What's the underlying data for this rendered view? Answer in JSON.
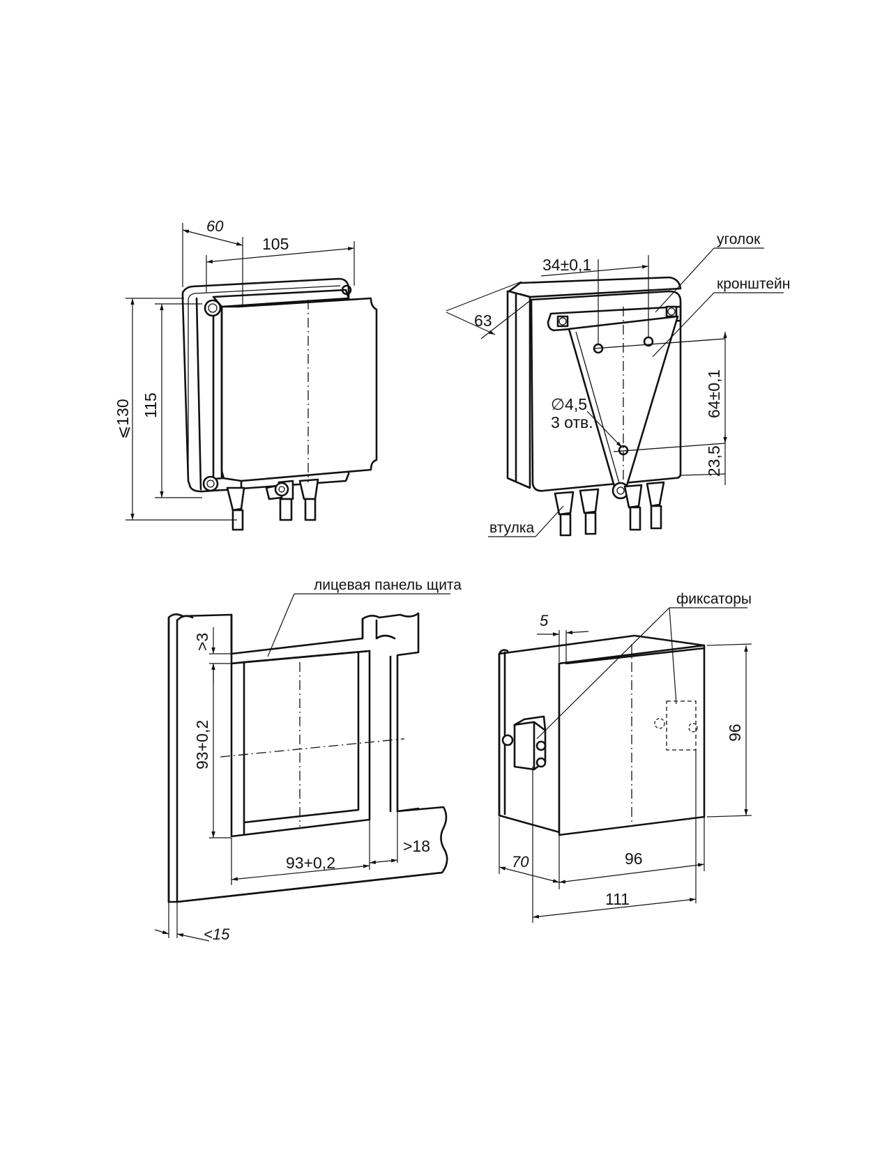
{
  "drawing": {
    "top_left": {
      "dim_depth": "60",
      "dim_width": "105",
      "dim_height_max": "⩽130",
      "dim_height": "115"
    },
    "top_right": {
      "dim_hole_spacing_h": "34±0,1",
      "dim_depth": "63",
      "dim_hole_spacing_v": "64±0,1",
      "dim_bottom_offset": "23,5",
      "hole_diameter": "∅4,5",
      "hole_count": "3 отв.",
      "label_corner": "уголок",
      "label_bracket": "кронштейн",
      "label_bushing": "втулка"
    },
    "bottom_left": {
      "label_panel": "лицевая панель щита",
      "dim_gap_top": ">3",
      "dim_cutout_h": "93+0,2",
      "dim_cutout_w": "93+0,2",
      "dim_gap_right": ">18",
      "dim_panel_thickness": "<15"
    },
    "bottom_right": {
      "label_clamps": "фиксаторы",
      "dim_bezel": "5",
      "dim_front_h": "96",
      "dim_front_w": "96",
      "dim_depth": "70",
      "dim_total": "111"
    }
  },
  "icons": [
    "dimension-arrow-icon",
    "hole-icon",
    "screw-icon",
    "diameter-symbol-icon"
  ],
  "colors": {
    "ink": "#111111",
    "paper": "#ffffff"
  }
}
